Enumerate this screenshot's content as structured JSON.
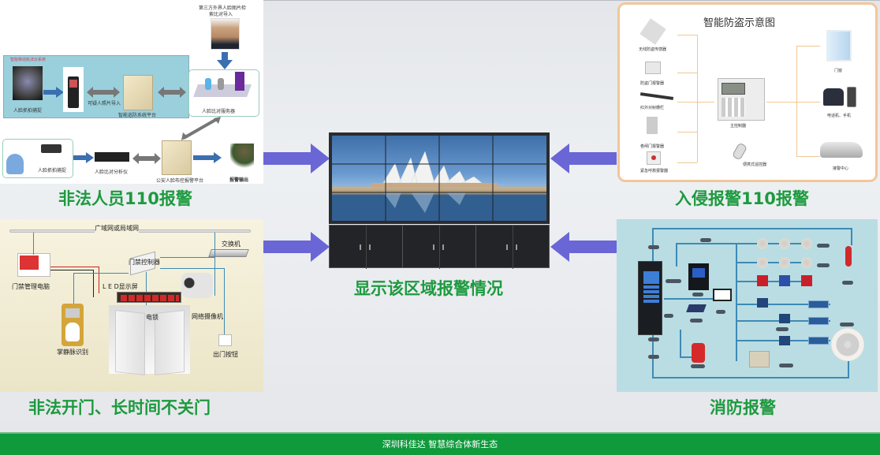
{
  "footer": {
    "text": "深圳科佳达  智慧综合体新生态"
  },
  "center": {
    "caption": "显示该区域报警情况",
    "video_wall": {
      "rows": 3,
      "cols": 4,
      "image": "sydney-opera-house"
    },
    "cabinet": {
      "sections": 3
    }
  },
  "panels": {
    "top_left": {
      "heading": "非法人员110报警",
      "top_caption_line1": "第三方外界人脸图片检",
      "top_caption_line2": "索比对导入",
      "subsystem_title": "智能移动执法仪系统",
      "labels": {
        "face_capture_1": "人脸抓拍捕捉",
        "photo_import": "可疑人照片导入",
        "platform_1": "智能巡防系统平台",
        "server": "人脸比对服务器",
        "face_capture_2": "人脸抓拍捕捉",
        "analyzer": "人脸比对分析仪",
        "platform_2": "公安人脸布控报警平台",
        "alarm_output": "报警输出"
      }
    },
    "top_right": {
      "heading": "入侵报警110报警",
      "title": "智能防盗示意图",
      "left_items": [
        "无线防盗传感器",
        "防盗门报警器",
        "红外对射栅栏",
        "卷闸门报警器",
        "紧急呼救报警器"
      ],
      "center_item": "主控制器",
      "remote": "便携式遥控器",
      "right_items": [
        "门窗",
        "电话机、手机",
        "接警中心"
      ]
    },
    "bottom_left": {
      "heading": "非法开门、长时间不关门",
      "network": "广域网或局域网",
      "labels": {
        "switch": "交换机",
        "controller": "门禁控制器",
        "pc": "门禁管理电脑",
        "led": "L E D显示屏",
        "lock": "电锁",
        "camera": "网络摄像机",
        "palm": "掌静脉识别",
        "exit_button": "出门按钮"
      }
    },
    "bottom_right": {
      "heading": "消防报警",
      "blue_boxes": 3
    }
  },
  "colors": {
    "heading_green": "#1d9a3f",
    "footer_green": "#0f9a3c",
    "arrow_purple": "#6a66d6",
    "fire_panel_bg": "#b8dbe0",
    "door_panel_bg": "#f2eed4"
  }
}
